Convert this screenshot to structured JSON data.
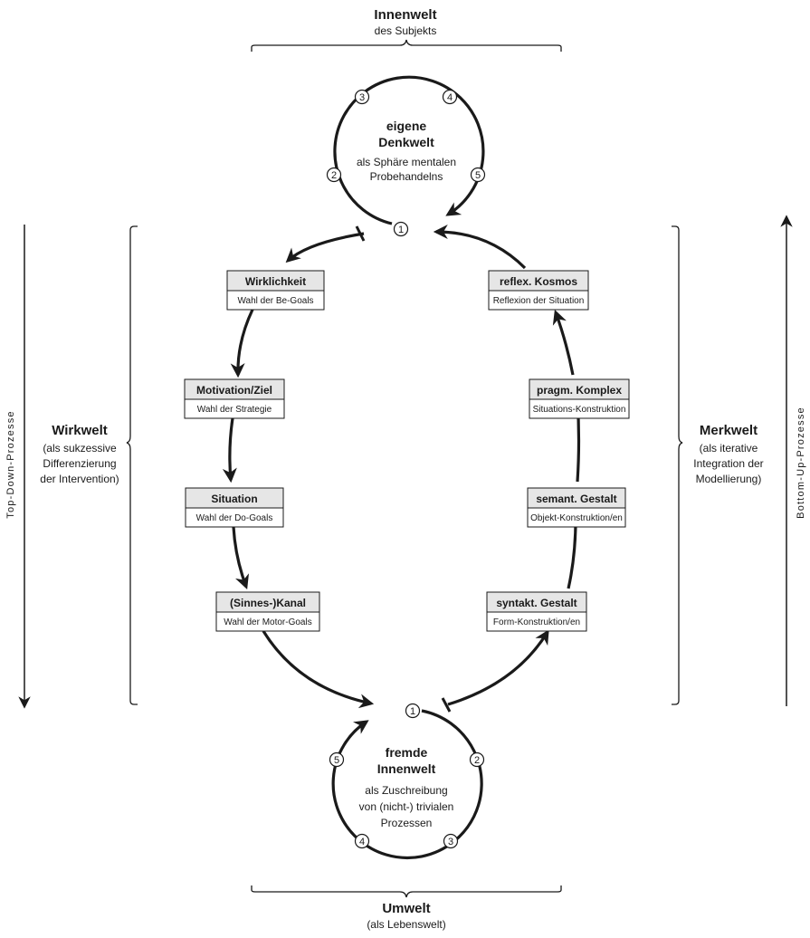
{
  "top": {
    "title": "Innenwelt",
    "subtitle": "des Subjekts",
    "circle": {
      "title_line1": "eigene",
      "title_line2": "Denkwelt",
      "sub_line1": "als Sphäre mentalen",
      "sub_line2": "Probehandelns",
      "markers": [
        "1",
        "2",
        "3",
        "4",
        "5"
      ]
    }
  },
  "bottom": {
    "title": "Umwelt",
    "subtitle": "(als Lebenswelt)",
    "circle": {
      "title_line1": "fremde",
      "title_line2": "Innenwelt",
      "sub_line1": "als Zuschreibung",
      "sub_line2": "von (nicht-) trivialen",
      "sub_line3": "Prozessen",
      "markers": [
        "1",
        "2",
        "3",
        "4",
        "5"
      ]
    }
  },
  "left": {
    "title": "Wirkwelt",
    "line1": "(als sukzessive",
    "line2": "Differenzierung",
    "line3": "der Intervention)",
    "axis_label": "Top-Down-Prozesse",
    "boxes": [
      {
        "title": "Wirklichkeit",
        "sub": "Wahl der Be-Goals"
      },
      {
        "title": "Motivation/Ziel",
        "sub": "Wahl der Strategie"
      },
      {
        "title": "Situation",
        "sub": "Wahl der Do-Goals"
      },
      {
        "title": "(Sinnes-)Kanal",
        "sub": "Wahl der Motor-Goals"
      }
    ]
  },
  "right": {
    "title": "Merkwelt",
    "line1": "(als iterative",
    "line2": "Integration der",
    "line3": "Modellierung)",
    "axis_label": "Bottom-Up-Prozesse",
    "boxes": [
      {
        "title": "reflex. Kosmos",
        "sub": "Reflexion der Situation"
      },
      {
        "title": "pragm. Komplex",
        "sub": "Situations-Konstruktion"
      },
      {
        "title": "semant. Gestalt",
        "sub": "Objekt-Konstruktion/en"
      },
      {
        "title": "syntakt. Gestalt",
        "sub": "Form-Konstruktion/en"
      }
    ]
  }
}
